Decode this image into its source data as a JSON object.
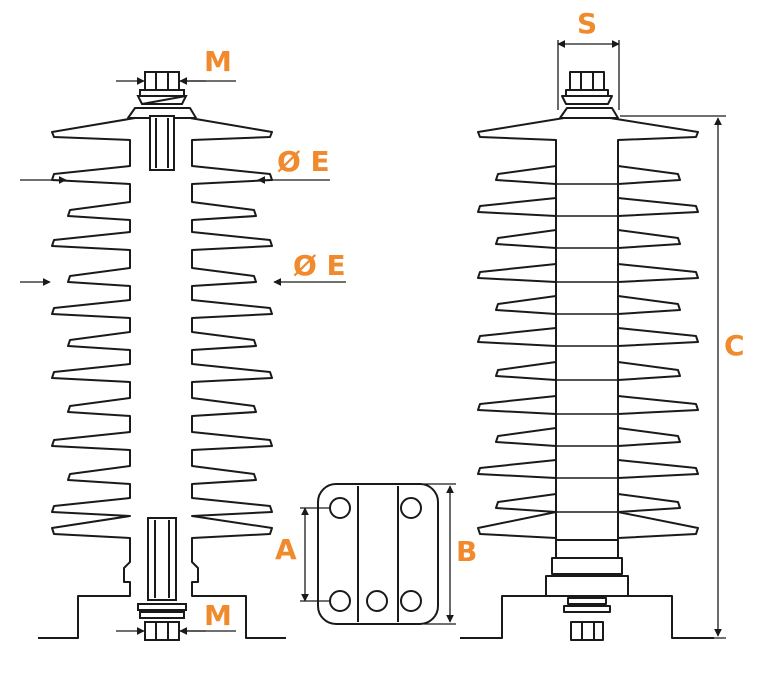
{
  "colors": {
    "label": "#f08a2c",
    "line": "#1a1a1a",
    "fill": "#ffffff"
  },
  "labels": {
    "m_top": "M",
    "e_upper": "Ø E",
    "e_lower": "Ø E",
    "m_bottom": "M",
    "a": "A",
    "b": "B",
    "s": "S",
    "c": "C"
  }
}
